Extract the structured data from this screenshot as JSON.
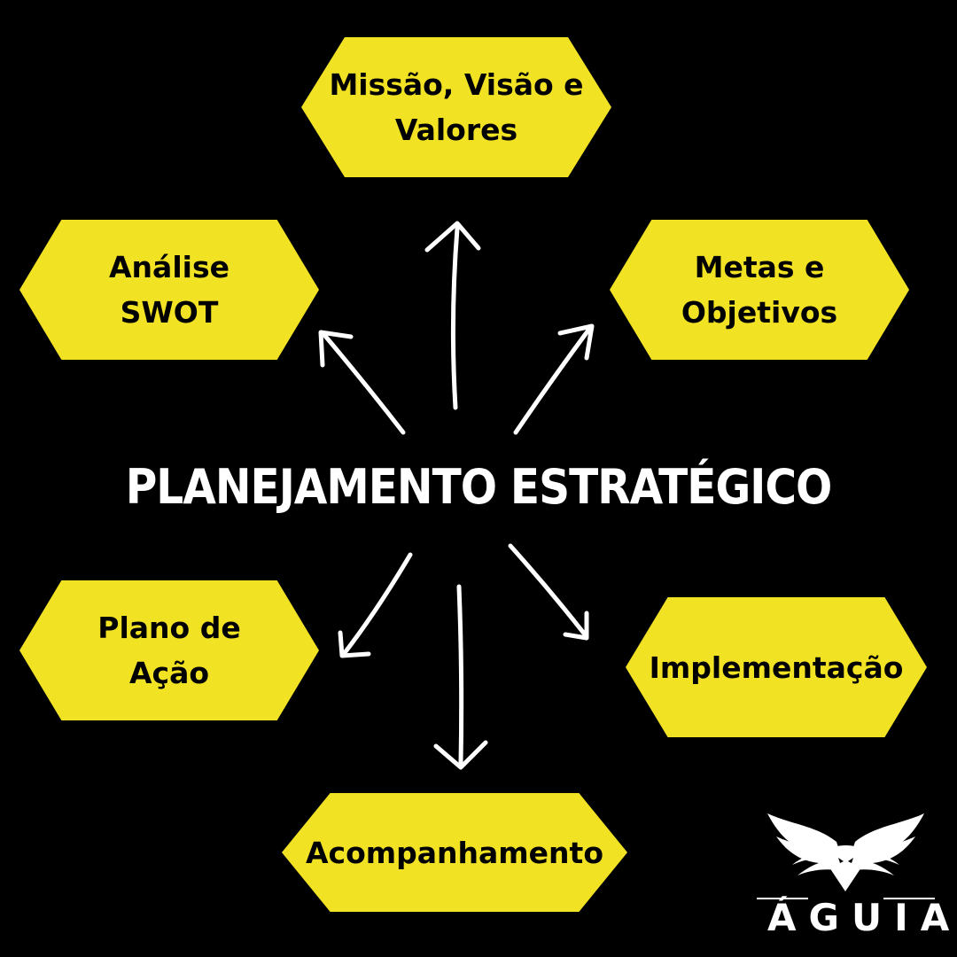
{
  "title": "PLANEJAMENTO ESTRATÉGICO",
  "nodes": {
    "missao": {
      "line1": "Missão, Visão e",
      "line2": "Valores"
    },
    "swot": {
      "line1": "Análise",
      "line2": "SWOT"
    },
    "metas": {
      "line1": "Metas e",
      "line2": "Objetivos"
    },
    "plano": {
      "line1": "Plano de",
      "line2": "Ação"
    },
    "implementacao": {
      "line1": "Implementação"
    },
    "acompanhamento": {
      "line1": "Acompanhamento"
    }
  },
  "logo": {
    "text": "ÁGUIA",
    "icon": "eagle-icon"
  },
  "colors": {
    "background": "#000000",
    "node_fill": "#f2e224",
    "node_text": "#000000",
    "title_text": "#ffffff",
    "arrow": "#ffffff"
  }
}
